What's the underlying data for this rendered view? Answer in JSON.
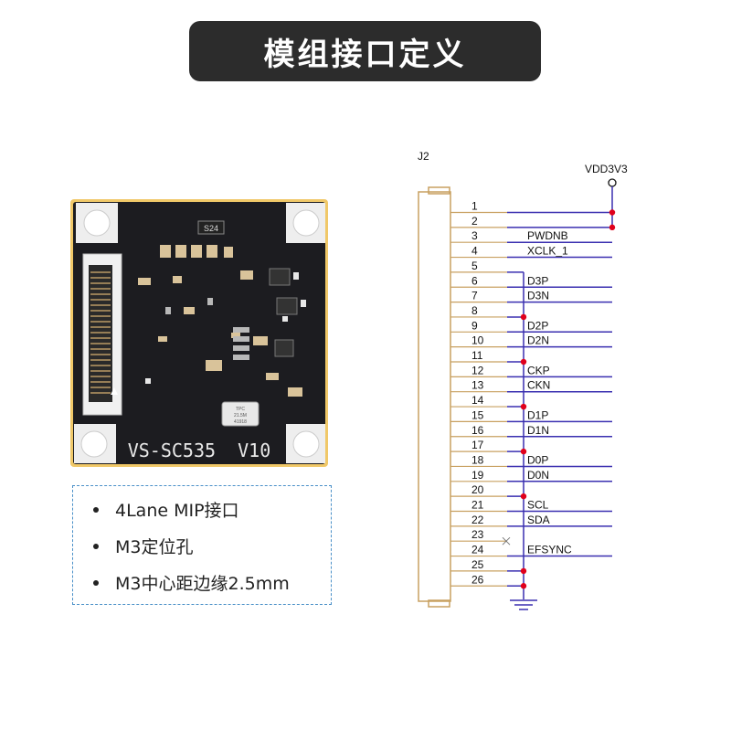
{
  "title": "模组接口定义",
  "board": {
    "silk_label": "VS-SC535  V10",
    "chip_label": "S24",
    "osc_lines": [
      "TPC",
      "21.5M",
      "41918"
    ]
  },
  "features": [
    "4Lane MIP接口",
    "M3定位孔",
    "M3中心距边缘2.5mm"
  ],
  "schematic": {
    "connector_ref": "J2",
    "power_label": "VDD3V3",
    "pins": [
      {
        "num": "1",
        "net": ""
      },
      {
        "num": "2",
        "net": ""
      },
      {
        "num": "3",
        "net": "PWDNB"
      },
      {
        "num": "4",
        "net": "XCLK_1"
      },
      {
        "num": "5",
        "net": ""
      },
      {
        "num": "6",
        "net": "D3P"
      },
      {
        "num": "7",
        "net": "D3N"
      },
      {
        "num": "8",
        "net": ""
      },
      {
        "num": "9",
        "net": "D2P"
      },
      {
        "num": "10",
        "net": "D2N"
      },
      {
        "num": "11",
        "net": ""
      },
      {
        "num": "12",
        "net": "CKP"
      },
      {
        "num": "13",
        "net": "CKN"
      },
      {
        "num": "14",
        "net": ""
      },
      {
        "num": "15",
        "net": "D1P"
      },
      {
        "num": "16",
        "net": "D1N"
      },
      {
        "num": "17",
        "net": ""
      },
      {
        "num": "18",
        "net": "D0P"
      },
      {
        "num": "19",
        "net": "D0N"
      },
      {
        "num": "20",
        "net": ""
      },
      {
        "num": "21",
        "net": "SCL"
      },
      {
        "num": "22",
        "net": "SDA"
      },
      {
        "num": "23",
        "net": ""
      },
      {
        "num": "24",
        "net": "EFSYNC"
      },
      {
        "num": "25",
        "net": ""
      },
      {
        "num": "26",
        "net": ""
      }
    ],
    "colors": {
      "wire": "#3a2fb0",
      "junction": "#e0001b",
      "connector": "#c8a060",
      "ground": "#3a2fb0"
    }
  }
}
